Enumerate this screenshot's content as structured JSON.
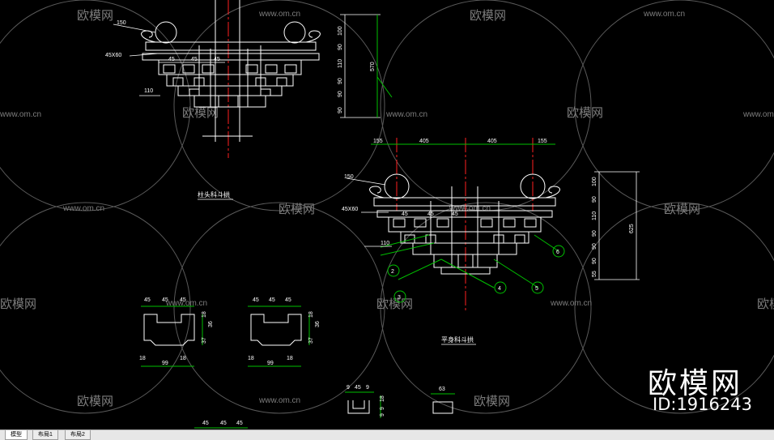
{
  "tabs": [
    {
      "label": "模型",
      "active": true
    },
    {
      "label": "布局1",
      "active": false
    },
    {
      "label": "布局2",
      "active": false
    }
  ],
  "brand": {
    "name": "欧模网",
    "id": "ID:1916243"
  },
  "watermark": {
    "url": "www.om.cn",
    "name": "欧模网"
  },
  "drawing": {
    "titles": {
      "column_head": "柱头科斗拱",
      "intercolumn": "平身科斗拱"
    },
    "top_view": {
      "phi": "150",
      "bracket": "45X60",
      "dims_top": [
        "45",
        "45",
        "45"
      ],
      "left": "110",
      "vertical": [
        "100",
        "90",
        "110",
        "90",
        "90",
        "90"
      ],
      "total": "570"
    },
    "mid_view": {
      "phi": "150",
      "bracket": "45X60",
      "span": [
        "155",
        "405",
        "405",
        "155"
      ],
      "dims_top": [
        "45",
        "45",
        "45"
      ],
      "left": "110",
      "vertical": [
        "100",
        "90",
        "110",
        "90",
        "90",
        "90",
        "55"
      ],
      "total": "625",
      "callouts": [
        "2",
        "3",
        "4",
        "5",
        "6"
      ]
    },
    "block1": {
      "top": [
        "45",
        "45",
        "45"
      ],
      "side": [
        "18",
        "37",
        "36"
      ],
      "bottom": [
        "18",
        "99",
        "18"
      ]
    },
    "block2": {
      "top": [
        "45",
        "45",
        "45"
      ],
      "side": [
        "18",
        "37",
        "36"
      ],
      "bottom": [
        "18",
        "99",
        "18"
      ]
    },
    "block3": {
      "top": [
        "9",
        "45",
        "9"
      ],
      "side": [
        "18",
        "9",
        "9"
      ]
    },
    "block4": {
      "top": [
        "63"
      ]
    },
    "block5": {
      "top": [
        "45",
        "45",
        "45"
      ]
    }
  },
  "colors": {
    "background": "#000000",
    "lines": "#ffffff",
    "dims": "#00c000",
    "axis": "#ff2020",
    "watermark": "#7d7d7d"
  }
}
